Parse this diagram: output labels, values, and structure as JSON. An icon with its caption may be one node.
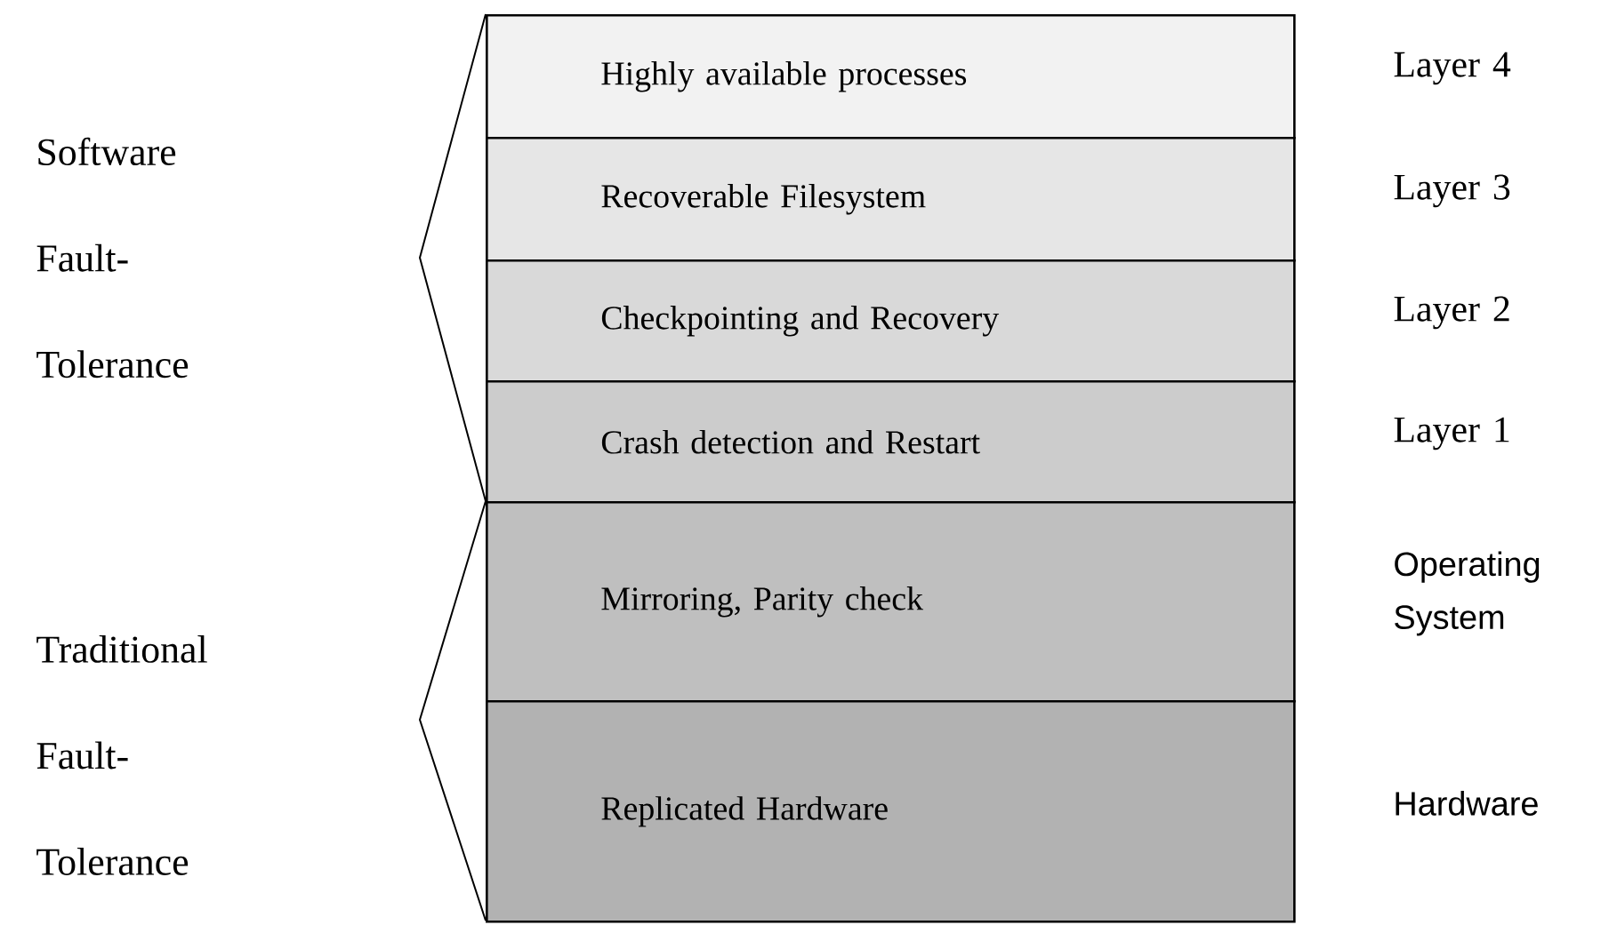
{
  "diagram": {
    "nodes": [
      {
        "text": [
          "Highly available processes"
        ],
        "beside": [
          "Layer 4"
        ]
      },
      {
        "text": [
          "Recoverable Filesystem"
        ],
        "beside": [
          "Layer 3"
        ]
      },
      {
        "text": [
          "Checkpointing and Recovery"
        ],
        "beside": [
          "Layer 2"
        ]
      },
      {
        "text": [
          "Crash detection and Restart"
        ],
        "beside": [
          "Layer 1"
        ]
      },
      {
        "text": [
          "Mirroring, Parity check"
        ],
        "beside": [
          "Operating System"
        ]
      },
      {
        "text": [
          "Replicated Hardware"
        ],
        "beside": [
          "Hardware"
        ]
      }
    ],
    "labels": [
      "Software Fault-Tolerance",
      "Traditional Fault-Tolerance"
    ]
  }
}
